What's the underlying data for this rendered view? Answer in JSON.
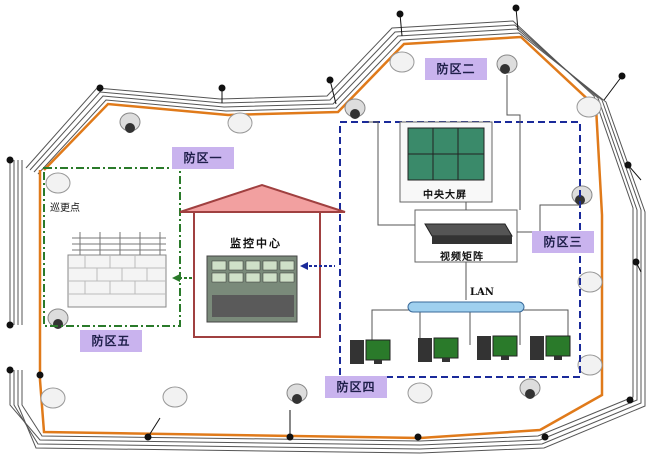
{
  "zones": {
    "zone1": "防区一",
    "zone2": "防区二",
    "zone3": "防区三",
    "zone4": "防区四",
    "zone5": "防区五"
  },
  "labels": {
    "patrol_point": "巡更点",
    "monitor_center": "监控中心",
    "big_screen": "中央大屏",
    "video_matrix": "视频矩阵",
    "lan": "LAN"
  },
  "colors": {
    "fence_line": "#4a4a4a",
    "perimeter_line": "#e07a1a",
    "dashed_blue": "#1a2a9a",
    "dashed_green": "#2a7a2a",
    "zone_tag": "#c9b3ee",
    "roof": "#f2a0a0"
  }
}
